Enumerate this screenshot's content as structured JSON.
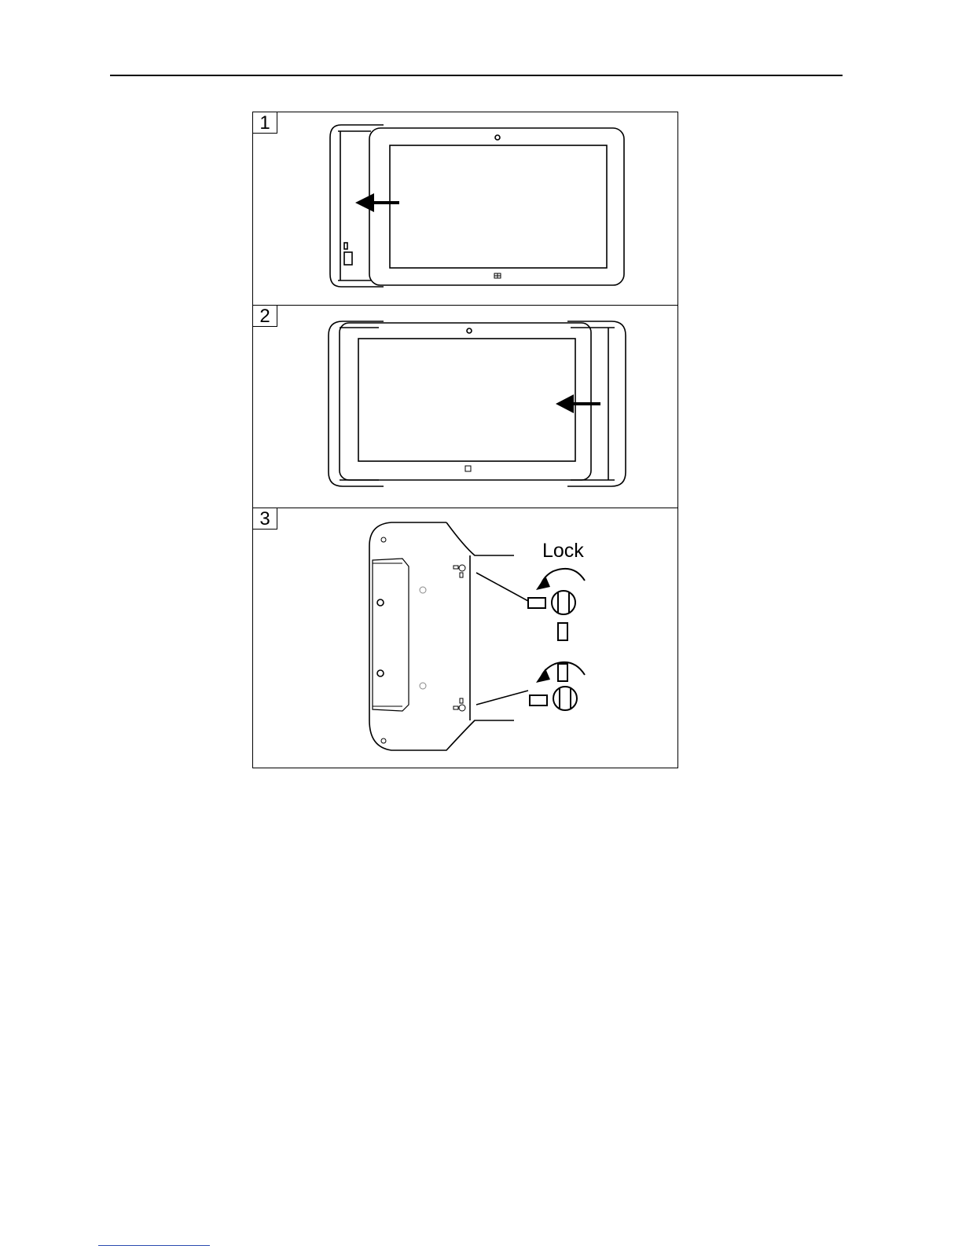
{
  "figure": {
    "steps": [
      {
        "number": "1"
      },
      {
        "number": "2"
      },
      {
        "number": "3",
        "callout": "Lock"
      }
    ]
  },
  "icons": {
    "step1": [
      "tablet-icon",
      "dock-cradle-icon",
      "slide-left-arrow-icon",
      "windows-logo-icon"
    ],
    "step2": [
      "tablet-icon",
      "dock-cradle-icon",
      "slide-left-arrow-icon",
      "windows-logo-icon"
    ],
    "step3": [
      "cradle-back-icon",
      "lock-screw-icon",
      "rotate-arrow-icon"
    ]
  },
  "colors": {
    "line": "#000000",
    "background": "#ffffff"
  }
}
